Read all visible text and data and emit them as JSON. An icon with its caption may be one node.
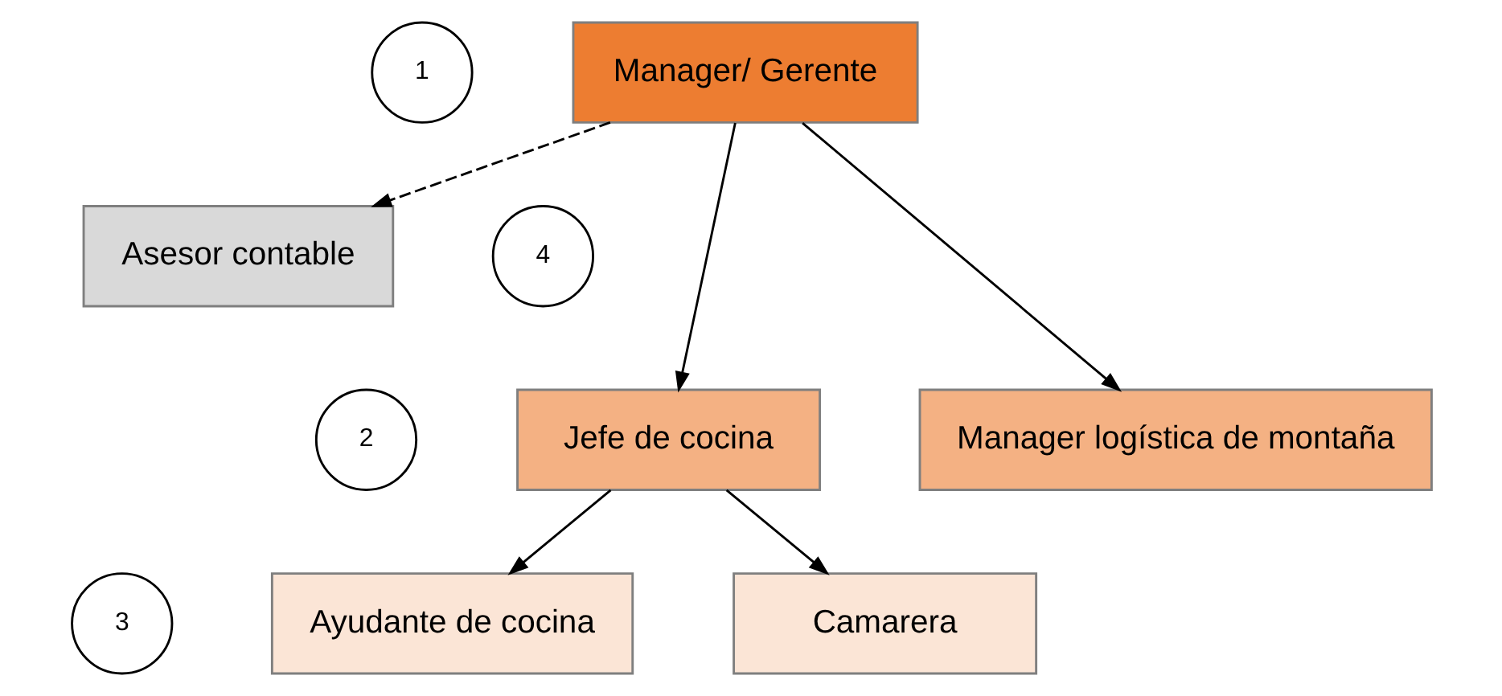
{
  "diagram": {
    "nodes": [
      {
        "text": [
          "Manager/ Gerente"
        ]
      },
      {
        "text": [
          "Asesor contable"
        ]
      },
      {
        "text": [
          "Jefe de cocina"
        ]
      },
      {
        "text": [
          "Manager logística de montaña"
        ]
      },
      {
        "text": [
          "Ayudante de cocina"
        ]
      },
      {
        "text": [
          "Camarera"
        ]
      },
      {
        "text": [
          "1"
        ]
      },
      {
        "text": [
          "4"
        ]
      },
      {
        "text": [
          "2"
        ]
      },
      {
        "text": [
          "3"
        ]
      }
    ],
    "edges": [
      {
        "from": 0,
        "to": 1,
        "arrow": "to",
        "style": "dashed"
      },
      {
        "from": 0,
        "to": 2,
        "arrow": "to"
      },
      {
        "from": 0,
        "to": 3,
        "arrow": "to"
      },
      {
        "from": 2,
        "to": 4,
        "arrow": "to"
      },
      {
        "from": 2,
        "to": 5,
        "arrow": "to"
      }
    ]
  }
}
